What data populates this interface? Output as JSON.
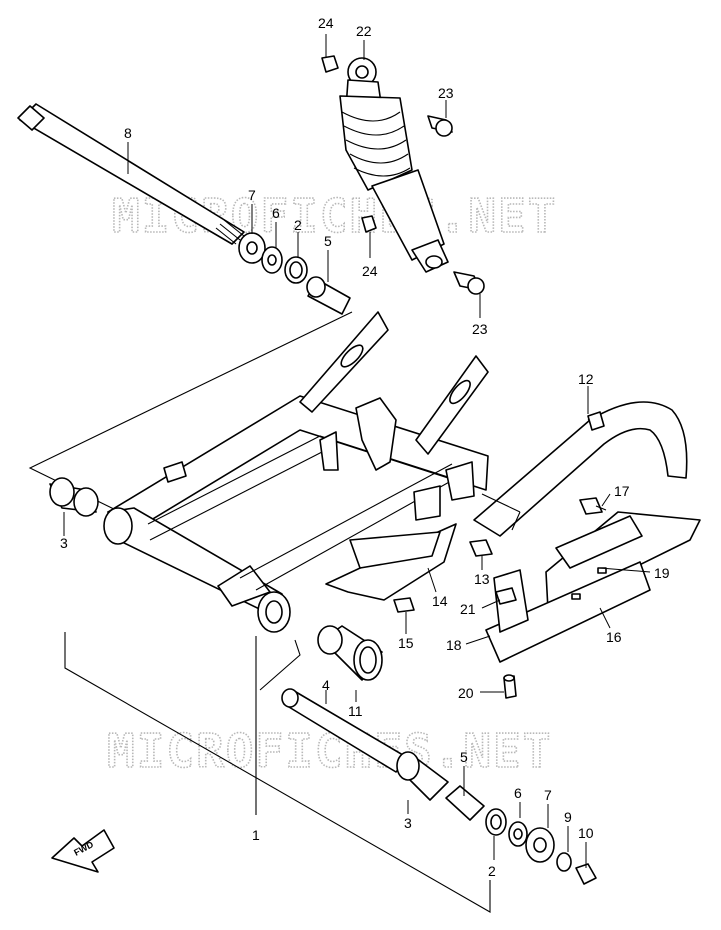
{
  "watermark": "MICROFICHES.NET",
  "fwd_label": "FWD",
  "callouts": [
    {
      "id": "c24a",
      "text": "24"
    },
    {
      "id": "c22",
      "text": "22"
    },
    {
      "id": "c23a",
      "text": "23"
    },
    {
      "id": "c8",
      "text": "8"
    },
    {
      "id": "c7a",
      "text": "7"
    },
    {
      "id": "c6a",
      "text": "6"
    },
    {
      "id": "c2a",
      "text": "2"
    },
    {
      "id": "c5a",
      "text": "5"
    },
    {
      "id": "c24b",
      "text": "24"
    },
    {
      "id": "c23b",
      "text": "23"
    },
    {
      "id": "c12",
      "text": "12"
    },
    {
      "id": "c17",
      "text": "17"
    },
    {
      "id": "c19",
      "text": "19"
    },
    {
      "id": "c13",
      "text": "13"
    },
    {
      "id": "c14",
      "text": "14"
    },
    {
      "id": "c15",
      "text": "15"
    },
    {
      "id": "c21",
      "text": "21"
    },
    {
      "id": "c16",
      "text": "16"
    },
    {
      "id": "c18",
      "text": "18"
    },
    {
      "id": "c20",
      "text": "20"
    },
    {
      "id": "c3a",
      "text": "3"
    },
    {
      "id": "c4",
      "text": "4"
    },
    {
      "id": "c11",
      "text": "11"
    },
    {
      "id": "c5b",
      "text": "5"
    },
    {
      "id": "c6b",
      "text": "6"
    },
    {
      "id": "c7b",
      "text": "7"
    },
    {
      "id": "c9",
      "text": "9"
    },
    {
      "id": "c10",
      "text": "10"
    },
    {
      "id": "c3b",
      "text": "3"
    },
    {
      "id": "c1",
      "text": "1"
    },
    {
      "id": "c2b",
      "text": "2"
    }
  ]
}
